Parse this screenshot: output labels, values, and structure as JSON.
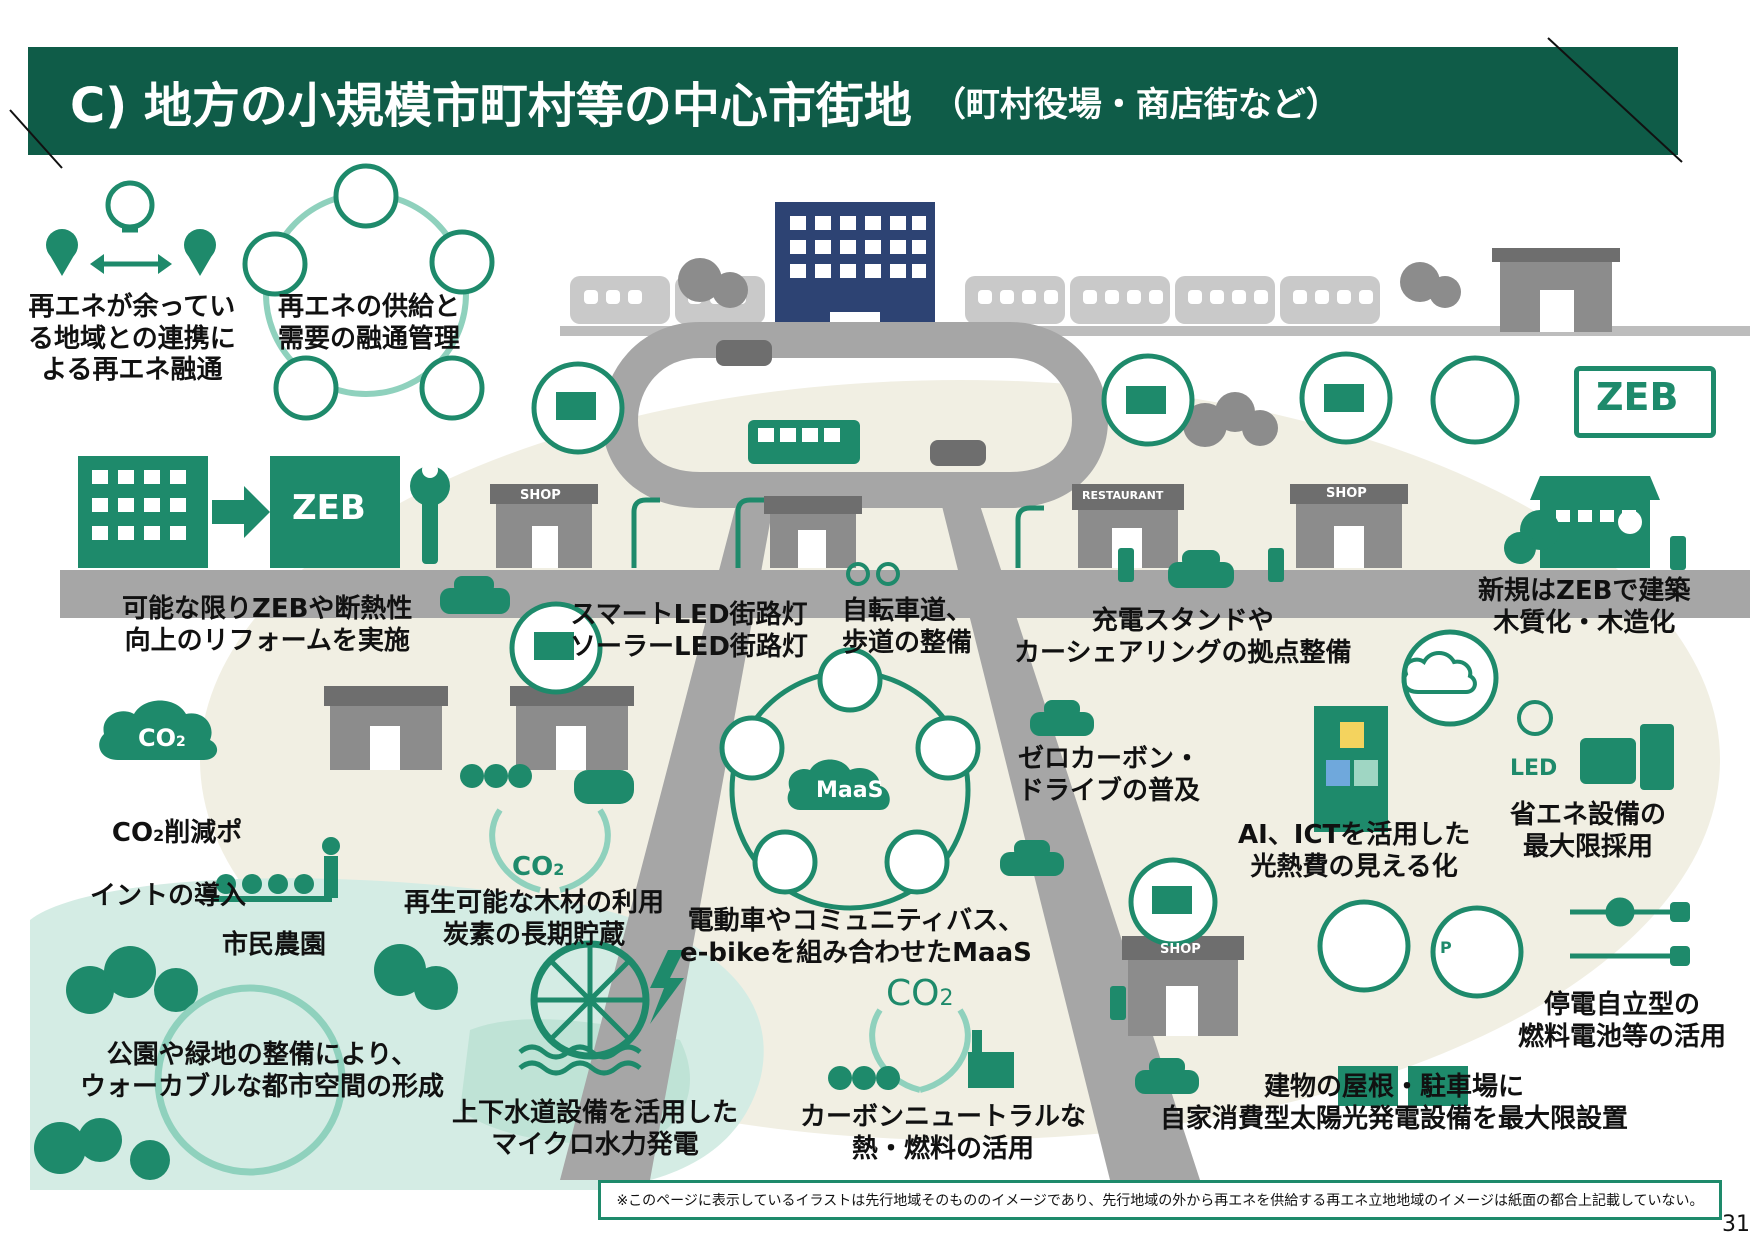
{
  "title": {
    "main": "C) 地方の小規模市町村等の中心市街地",
    "sub": "（町村役場・商店街など）"
  },
  "labels": {
    "renewable_link": "再エネが余ってい\nる地域との連携に\nよる再エネ融通",
    "supply_demand": "再エネの供給と\n需要の融通管理",
    "zeb_reform": "可能な限りZEBや断熱性\n向上のリフォームを実施",
    "led_street": "スマートLED街路灯\nソーラーLED街路灯",
    "bike_walk": "自転車道、\n歩道の整備",
    "charging": "充電スタンドや\nカーシェアリングの拠点整備",
    "new_zeb": "新規はZEBで建築\n木質化・木造化",
    "co2_points_1": "CO",
    "co2_points_sub": "2",
    "co2_points_2": "削減ポ",
    "co2_points_3": "イントの導入",
    "zero_carbon": "ゼロカーボン・\nドライブの普及",
    "ai_ict": "AI、ICTを活用した\n光熱費の見える化",
    "energy_saving": "省エネ設備の\n最大限採用",
    "wood": "再生可能な木材の利用\n炭素の長期貯蔵",
    "maas": "電動車やコミュニティバス、\ne-bikeを組み合わせたMaaS",
    "farm": "市民農園",
    "parks": "公園や緑地の整備により、\nウォーカブルな都市空間の形成",
    "hydro": "上下水道設備を活用した\nマイクロ水力発電",
    "carbon_neutral": "カーボンニュートラルな\n熱・燃料の活用",
    "fuel_cell": "停電自立型の\n燃料電池等の活用",
    "solar_roof": "建物の屋根・駐車場に\n自家消費型太陽光発電設備を最大限設置"
  },
  "icon_text": {
    "zeb": "ZEB",
    "shop": "SHOP",
    "restaurant": "RESTAURANT",
    "co2": "CO",
    "co2_sub": "2",
    "maas": "MaaS",
    "led": "LED",
    "parking": "P"
  },
  "footnote": "※このページに表示しているイラストは先行地域そのもののイメージであり、先行地域の外から再エネを供給する再エネ立地地域のイメージは紙面の都合上記載していない。",
  "page_number": "31",
  "colors": {
    "brand_green": "#1e8a6b",
    "dark_green": "#0f5c48",
    "light_green": "#8fd1bd",
    "gray": "#a6a6a6",
    "dark_gray": "#6e6e6e",
    "navy": "#2d4373",
    "pale_beige": "#f1efe3",
    "pale_mint": "#d4ece4"
  }
}
